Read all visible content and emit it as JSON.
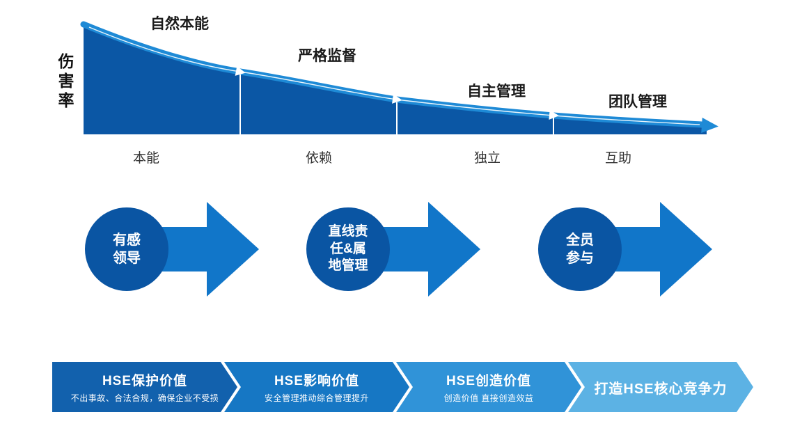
{
  "colors": {
    "curve_fill": "#0b57a5",
    "curve_edge": "#1e8ad6",
    "circle_fill": "#0a55a3",
    "flow_arrow": "#1176c9",
    "banner1": "#1261ad",
    "banner2": "#1677c4",
    "banner3": "#3093d8",
    "banner4": "#5cb2e4"
  },
  "chart": {
    "y_axis_label": "伤害率",
    "stage_labels": [
      "自然本能",
      "严格监督",
      "自主管理",
      "团队管理"
    ],
    "x_labels": [
      "本能",
      "依赖",
      "独立",
      "互助"
    ]
  },
  "process": {
    "items": [
      {
        "label": "有感\n领导"
      },
      {
        "label": "直线责\n任&属\n地管理"
      },
      {
        "label": "全员\n参与"
      }
    ]
  },
  "banners": {
    "items": [
      {
        "title": "HSE保护价值",
        "subtitle": "不出事故、合法合规，确保企业不受损"
      },
      {
        "title": "HSE影响价值",
        "subtitle": "安全管理推动综合管理提升"
      },
      {
        "title": "HSE创造价值",
        "subtitle": "创造价值 直接创造效益"
      },
      {
        "title": "打造HSE核心竞争力",
        "subtitle": ""
      }
    ]
  }
}
